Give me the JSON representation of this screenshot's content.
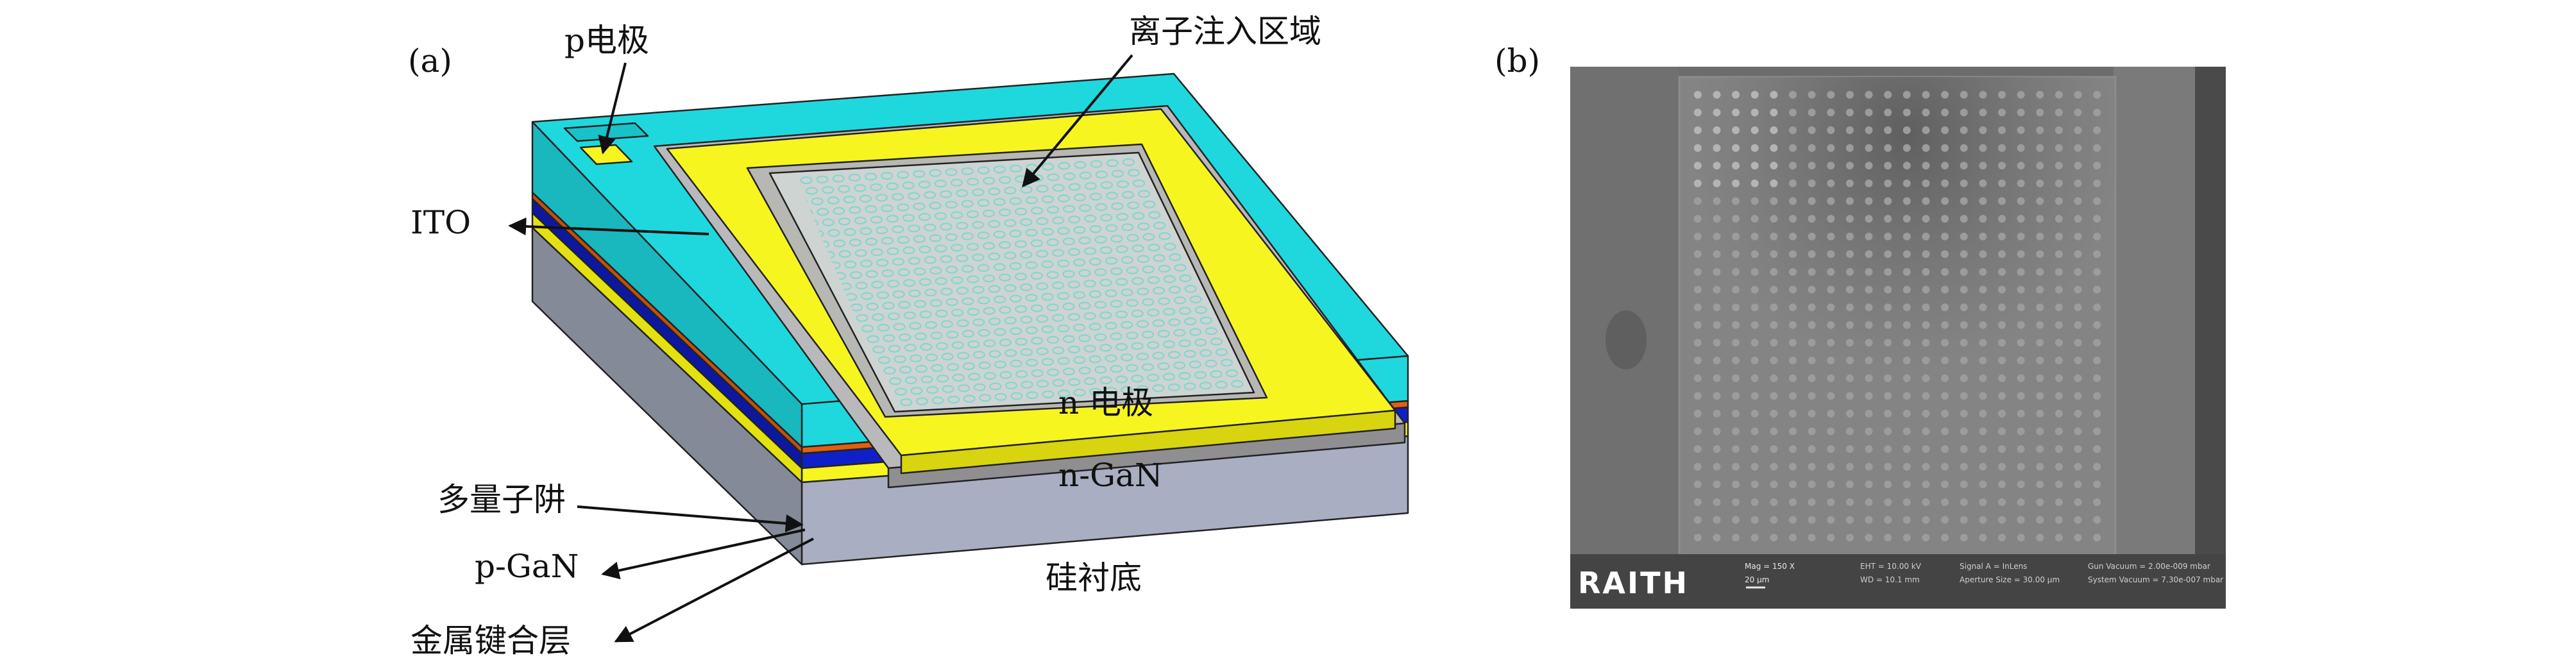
{
  "panel_a": {
    "tag": "(a)",
    "labels": {
      "p_electrode": "p电极",
      "ion_region": "离子注入区域",
      "ito": "ITO",
      "n_electrode": "n 电极",
      "n_gan": "n-GaN",
      "mqw": "多量子阱",
      "p_gan": "p-GaN",
      "substrate": "硅衬底",
      "bonding": "金属键合层"
    },
    "colors": {
      "cyan": "#1fd8de",
      "yellow": "#f7f520",
      "blue": "#1020c8",
      "orange": "#e06010",
      "gray_substrate": "#a9aec2",
      "hole": "#7fd6cf"
    },
    "hole_grid": {
      "rows": 22,
      "cols": 22
    }
  },
  "panel_b": {
    "tag": "(b)",
    "brand": "RAITH",
    "info_bar": {
      "mag": "Mag =    150 X",
      "scale": "20 μm",
      "eht": "EHT = 10.00 kV",
      "wd": "WD = 10.1 mm",
      "signal": "Signal A = InLens",
      "aperture": "Aperture Size = 30.00 μm",
      "gun_vacuum": "Gun Vacuum = 2.00e-009 mbar",
      "system_vacuum": "System Vacuum = 7.30e-007 mbar"
    },
    "dot_grid": {
      "rows": 26,
      "cols": 22
    }
  }
}
